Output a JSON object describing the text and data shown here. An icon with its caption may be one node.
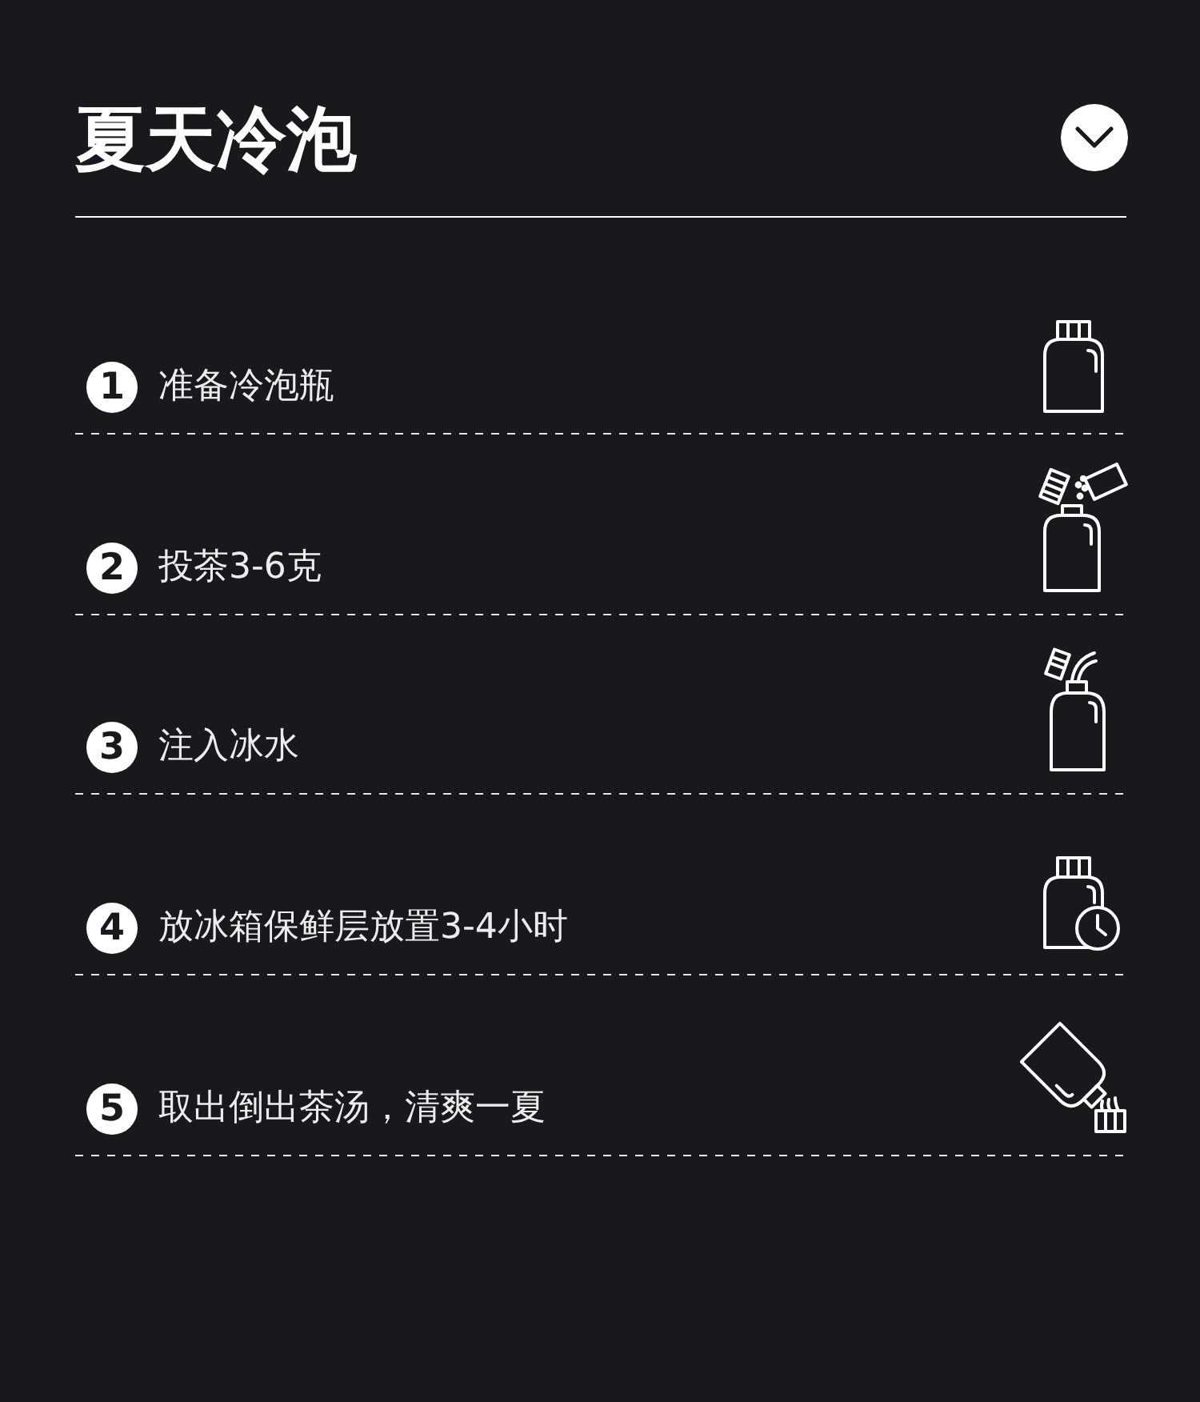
{
  "diagram": {
    "title": "夏天冷泡",
    "nodes": [
      {
        "text": [
          "1"
        ],
        "beside": [
          "准备冷泡瓶"
        ]
      },
      {
        "text": [
          "2"
        ],
        "beside": [
          "投茶3-6克"
        ]
      },
      {
        "text": [
          "3"
        ],
        "beside": [
          "注入冰水"
        ]
      },
      {
        "text": [
          "4"
        ],
        "beside": [
          "放冰箱保鲜层放置3-4小时"
        ]
      },
      {
        "text": [
          "5"
        ],
        "beside": [
          "取出倒出茶汤，清爽一夏"
        ]
      }
    ]
  }
}
